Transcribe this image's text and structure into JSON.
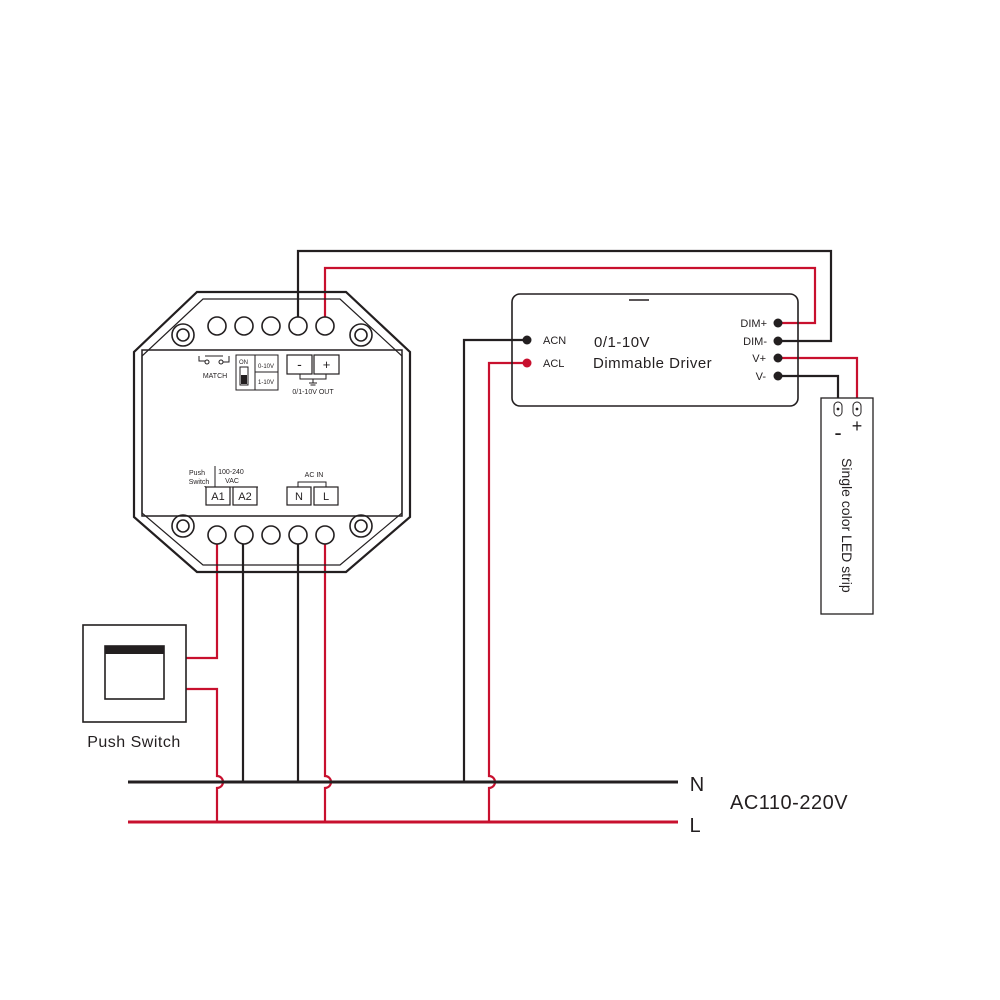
{
  "controller": {
    "match_label": "MATCH",
    "switch_on_label": "ON",
    "mode_0_10v": "0-10V",
    "mode_1_10v": "1-10V",
    "out_minus": "-",
    "out_plus": "+",
    "out_label": "0/1-10V OUT",
    "push_switch_label_line1": "Push",
    "push_switch_label_line2": "Switch",
    "vac_label_line1": "100-240",
    "vac_label_line2": "VAC",
    "terminal_a1": "A1",
    "terminal_a2": "A2",
    "acin_label": "AC IN",
    "terminal_n": "N",
    "terminal_l": "L"
  },
  "driver": {
    "title_line1": "0/1-10V",
    "title_line2": "Dimmable Driver",
    "acn": "ACN",
    "acl": "ACL",
    "dim_plus": "DIM+",
    "dim_minus": "DIM-",
    "v_plus": "V+",
    "v_minus": "V-"
  },
  "led_strip": {
    "label": "Single color LED strip",
    "minus": "-",
    "plus": "+"
  },
  "push_switch": {
    "label": "Push Switch"
  },
  "mains": {
    "neutral": "N",
    "live": "L",
    "voltage": "AC110-220V"
  },
  "colors": {
    "neutral_wire": "#231f20",
    "live_wire": "#c8102e",
    "outline": "#231f20"
  }
}
